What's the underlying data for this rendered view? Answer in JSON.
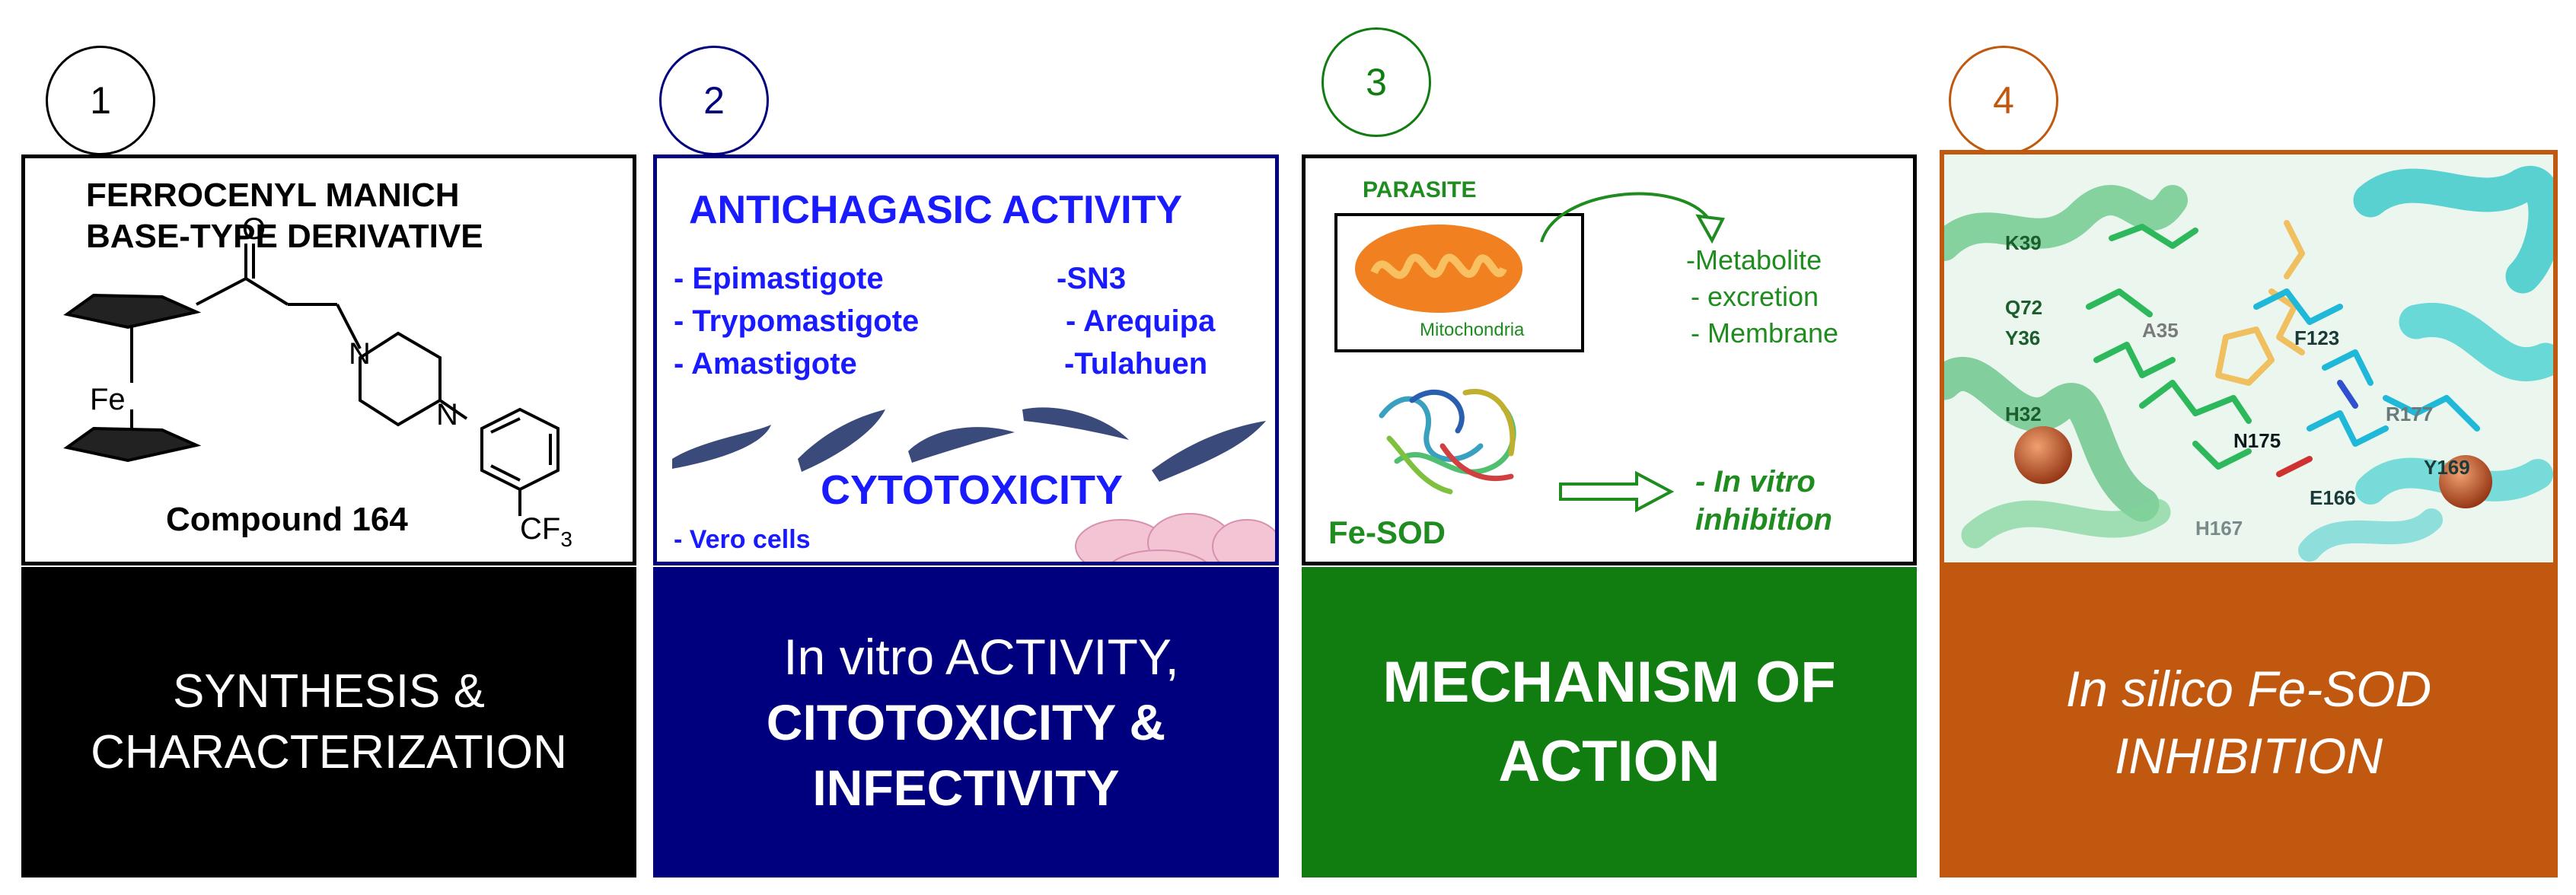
{
  "panels": [
    {
      "number": "1",
      "top": {
        "title_line1": "FERROCENYL MANICH",
        "title_line2": "BASE-TYPE DERIVATIVE",
        "atom_o": "O",
        "atom_fe": "Fe",
        "atom_n1": "N",
        "atom_n2": "N",
        "cf3": "CF",
        "cf3_sub": "3",
        "compound_label": "Compound 164"
      },
      "bottom": {
        "line1": "SYNTHESIS &",
        "line2": "CHARACTERIZATION"
      }
    },
    {
      "number": "2",
      "top": {
        "heading": "ANTICHAGASIC ACTIVITY",
        "stages": [
          "- Epimastigote",
          "- Trypomastigote",
          "- Amastigote"
        ],
        "strains": [
          "-SN3",
          "- Arequipa",
          "-Tulahuen"
        ],
        "cytotoxicity": "CYTOTOXICITY",
        "vero": "- Vero cells"
      },
      "bottom": {
        "line1": "In vitro ACTIVITY,",
        "line2": "CITOTOXICITY &",
        "line3": "INFECTIVITY"
      }
    },
    {
      "number": "3",
      "top": {
        "parasite": "PARASITE",
        "mitochondria": "Mitochondria",
        "effects": [
          "-Metabolite",
          "- excretion",
          "- Membrane"
        ],
        "fesod": "Fe-SOD",
        "invitro_line1": "- In vitro",
        "invitro_line2": "inhibition"
      },
      "bottom": {
        "line1": "MECHANISM OF",
        "line2": "ACTION"
      }
    },
    {
      "number": "4",
      "top": {
        "residues": [
          "K39",
          "Q72",
          "Y36",
          "A35",
          "F123",
          "H32",
          "R177",
          "N175",
          "Y169",
          "E166",
          "H167"
        ]
      },
      "bottom": {
        "line1": "In silico Fe-SOD",
        "line2": "INHIBITION"
      }
    }
  ],
  "colors": {
    "panel1": "#000000",
    "panel2": "#00007f",
    "panel3": "#117d11",
    "panel4": "#c0580f"
  }
}
